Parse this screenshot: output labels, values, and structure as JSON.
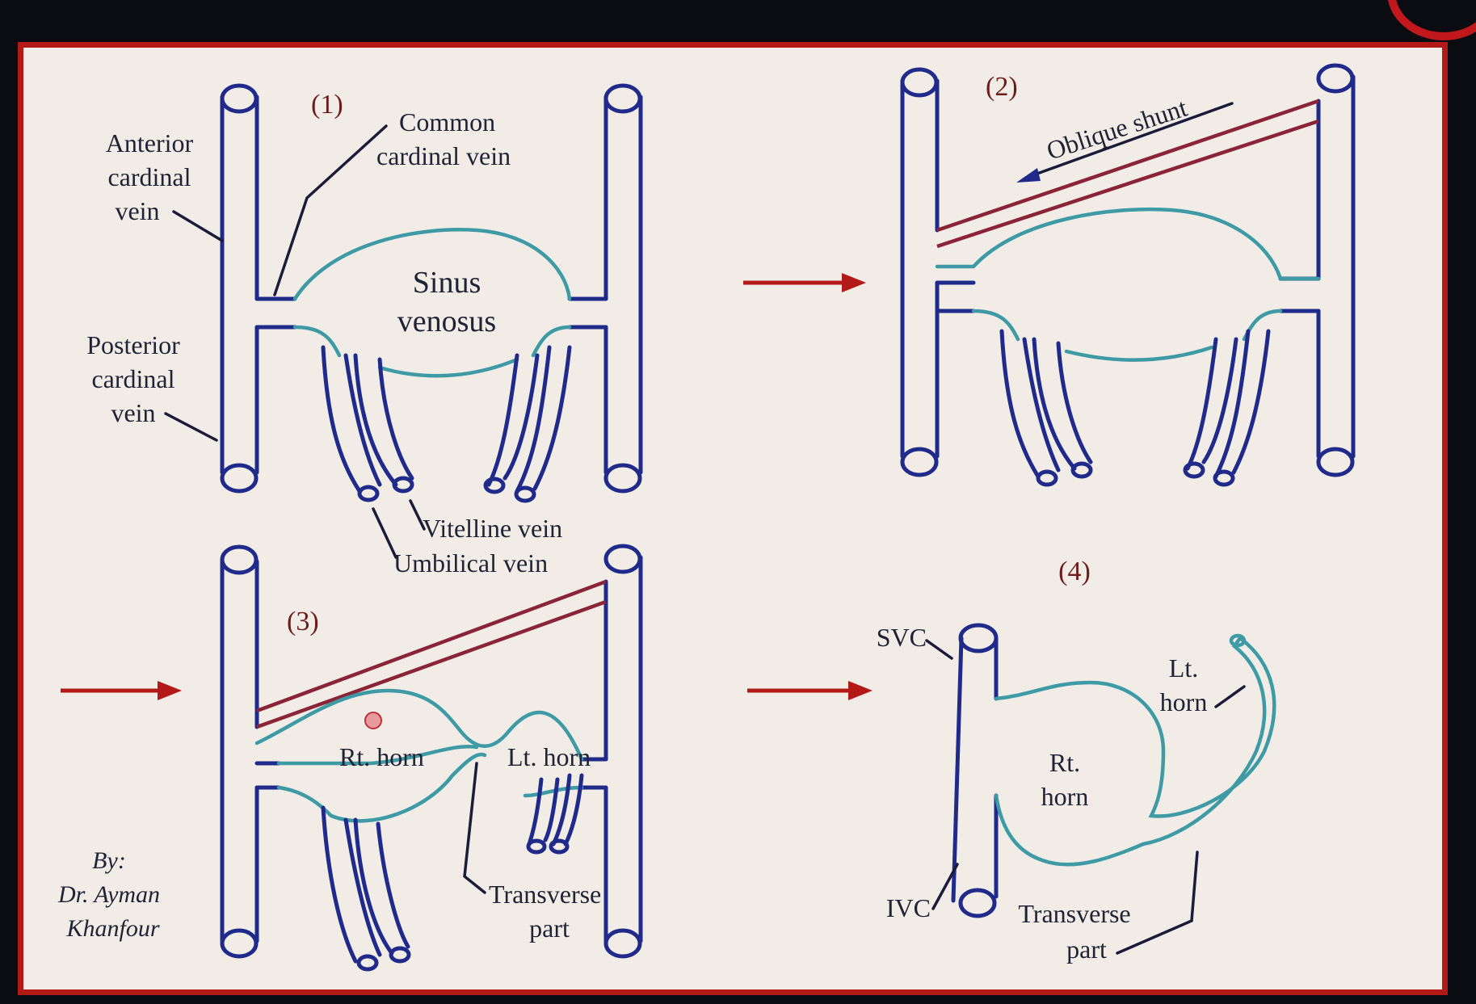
{
  "panels": {
    "p1": {
      "number": "(1)"
    },
    "p2": {
      "number": "(2)"
    },
    "p3": {
      "number": "(3)"
    },
    "p4": {
      "number": "(4)"
    }
  },
  "labels": {
    "anterior_cardinal": [
      "Anterior",
      "cardinal",
      "vein"
    ],
    "common_cardinal": [
      "Common",
      "cardinal vein"
    ],
    "sinus_venosus": [
      "Sinus",
      "venosus"
    ],
    "posterior_cardinal": [
      "Posterior",
      "cardinal",
      "vein"
    ],
    "vitelline_vein": "Vitelline vein",
    "umbilical_vein": "Umbilical vein",
    "oblique_shunt": "Oblique shunt",
    "rt_horn_p3": "Rt. horn",
    "lt_horn_p3": "Lt. horn",
    "transverse_part_p3": [
      "Transverse",
      "part"
    ],
    "svc": "SVC",
    "ivc": "IVC",
    "lt_horn_p4": [
      "Lt.",
      "horn"
    ],
    "rt_horn_p4": [
      "Rt.",
      "horn"
    ],
    "transverse_part_p4": [
      "Transverse",
      "part"
    ]
  },
  "credit": [
    "By:",
    "Dr. Ayman",
    "Khanfour"
  ],
  "colors": {
    "vein_outline": "#1f2a8a",
    "sinus_outline": "#3e9aa5",
    "shunt": "#8a2436",
    "arrow": "#b31a17",
    "frame": "#b31a17",
    "background": "#f1ede6"
  }
}
